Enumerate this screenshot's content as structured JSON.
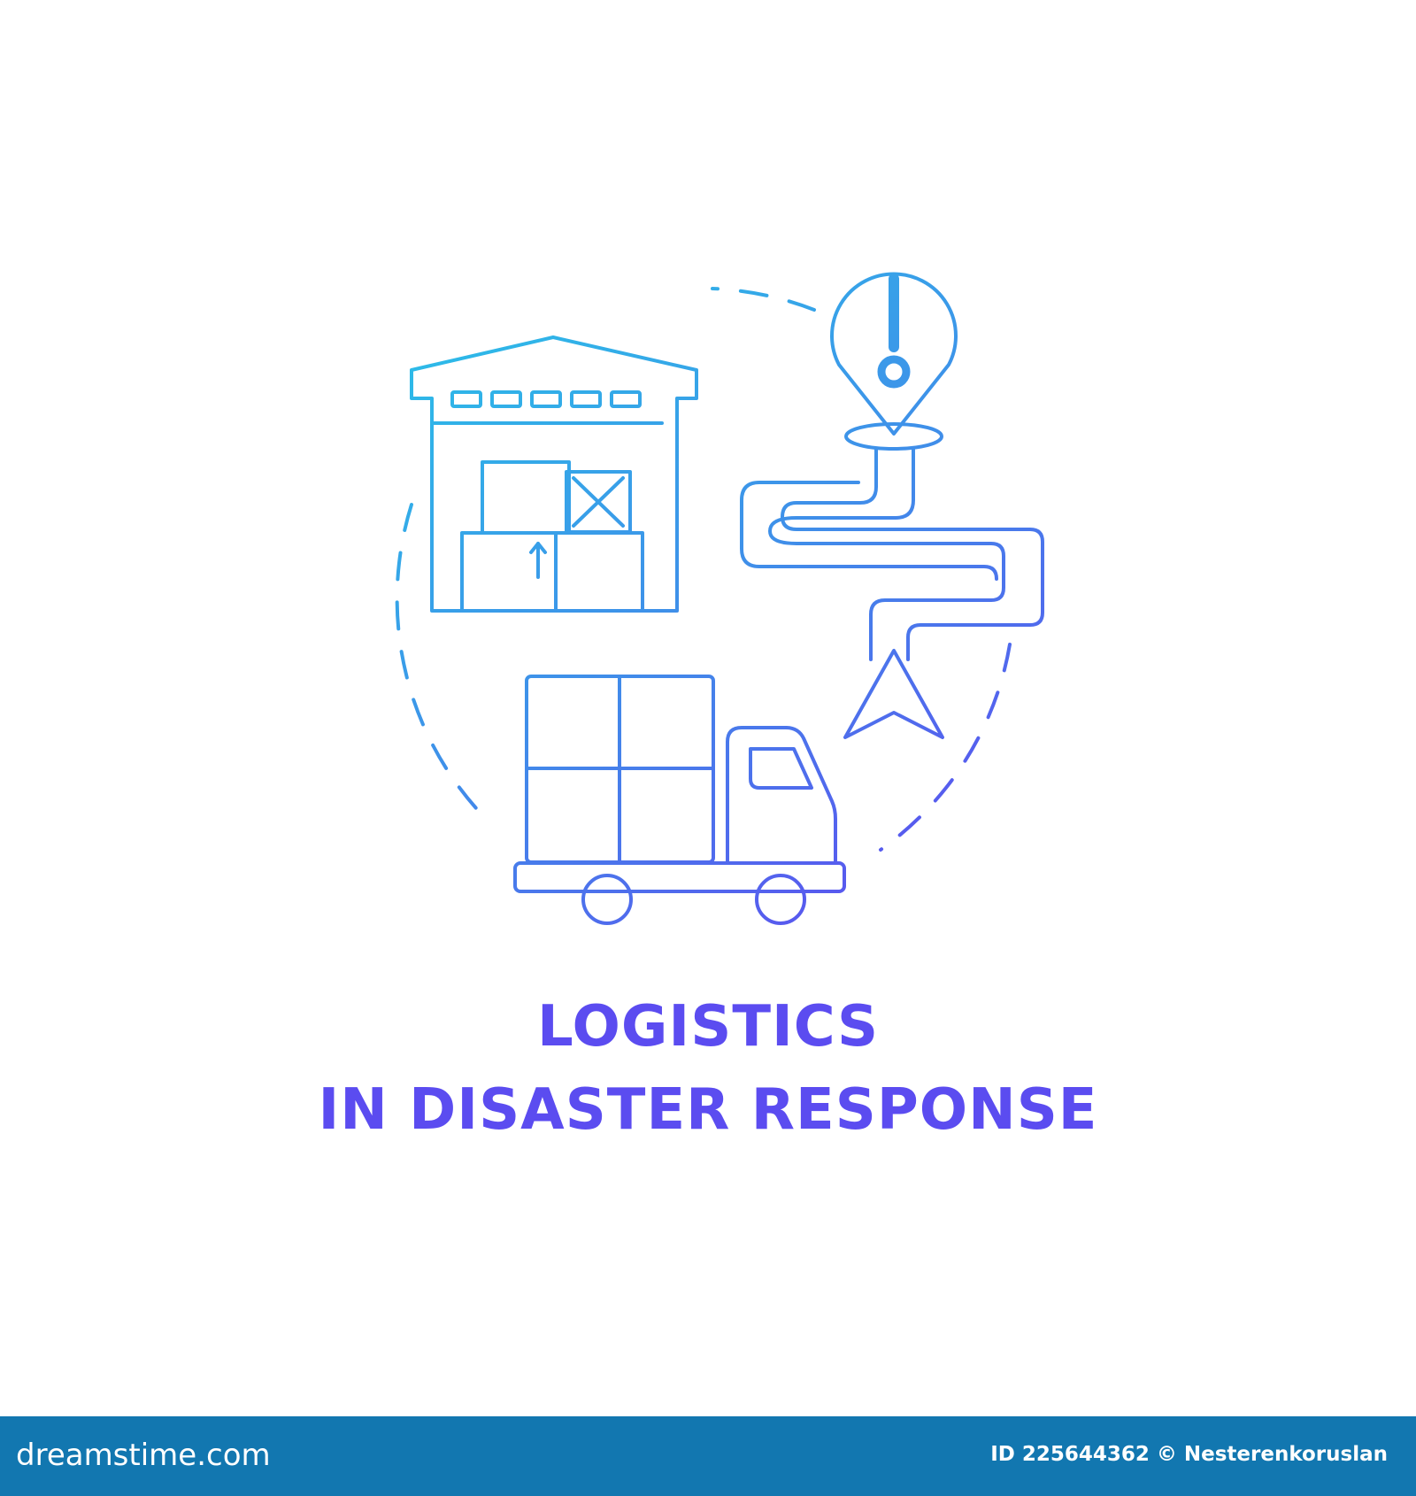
{
  "illustration": {
    "gradient_start": "#2bbfe8",
    "gradient_mid": "#3f8fe9",
    "gradient_end": "#5d4ef0",
    "icons": [
      "warehouse-icon",
      "location-alert-pin-icon",
      "route-path-icon",
      "navigation-arrow-icon",
      "delivery-truck-icon"
    ]
  },
  "caption": {
    "line_1": "LOGISTICS",
    "line_2": "IN DISASTER RESPONSE",
    "color": "#5b4cf0"
  },
  "footer": {
    "logo_text": "dreamstime.com",
    "id_text": "ID 225644362",
    "copyright_symbol": "©",
    "author": "Nesterenkoruslan",
    "background": "#1277b0"
  }
}
